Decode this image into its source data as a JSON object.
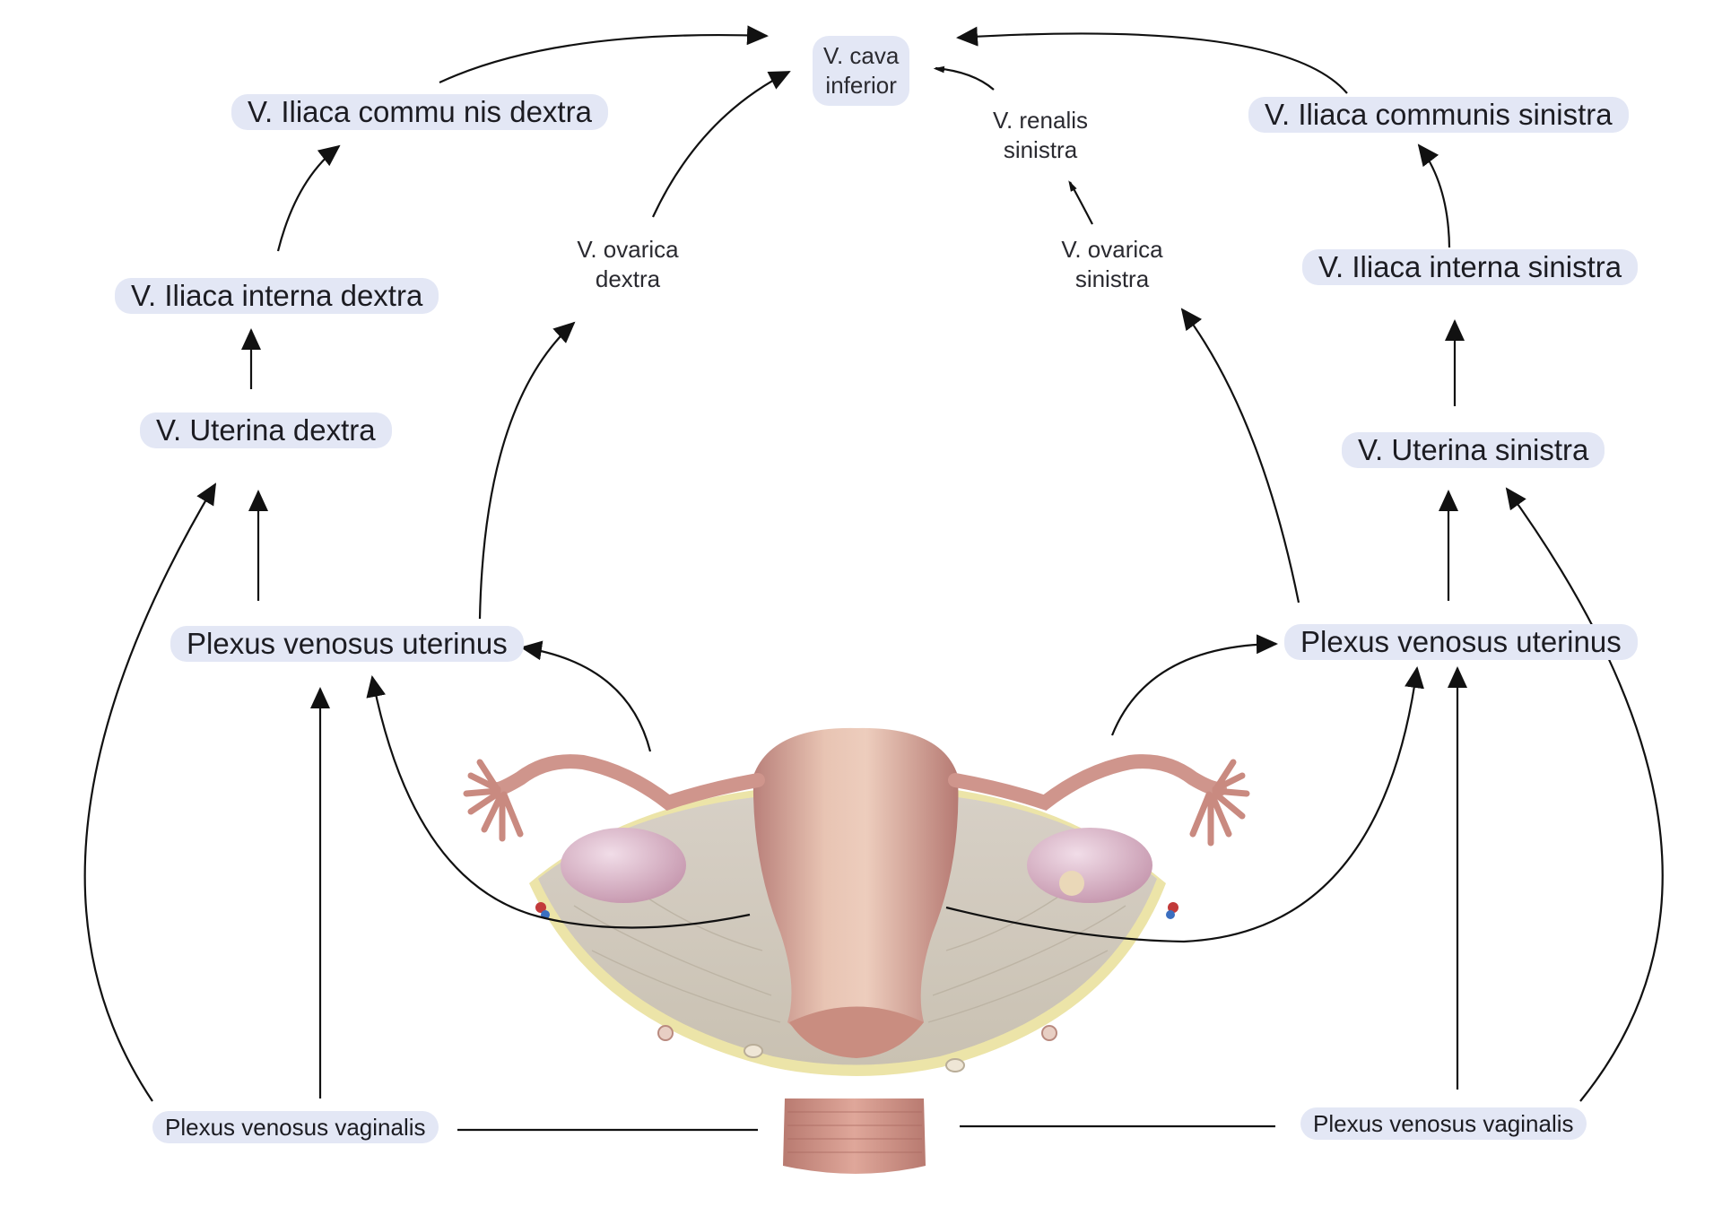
{
  "labels": {
    "cava": {
      "line1": "V. cava",
      "line2": "inferior"
    },
    "iliaca_communis_dextra": "V. Iliaca commu nis dextra",
    "iliaca_communis_sinistra": "V. Iliaca communis sinistra",
    "iliaca_interna_dextra": "V. Iliaca interna dextra",
    "iliaca_interna_sinistra": "V. Iliaca interna sinistra",
    "uterina_dextra": "V. Uterina dextra",
    "uterina_sinistra": "V. Uterina sinistra",
    "ovarica_dextra": {
      "line1": "V. ovarica",
      "line2": "dextra"
    },
    "ovarica_sinistra": {
      "line1": "V. ovarica",
      "line2": "sinistra"
    },
    "renalis_sinistra": {
      "line1": "V. renalis",
      "line2": "sinistra"
    },
    "plexus_uterinus_left": "Plexus venosus uterinus",
    "plexus_uterinus_right": "Plexus venosus uterinus",
    "plexus_vaginalis_left": "Plexus venosus vaginalis",
    "plexus_vaginalis_right": "Plexus venosus vaginalis"
  },
  "colors": {
    "label_background": "#e3e7f5",
    "arrow": "#111111",
    "uterus": "#d7a594",
    "ligament": "#d9d2c4",
    "ovary": "#d9b7c8",
    "fat": "#ece4a8"
  }
}
